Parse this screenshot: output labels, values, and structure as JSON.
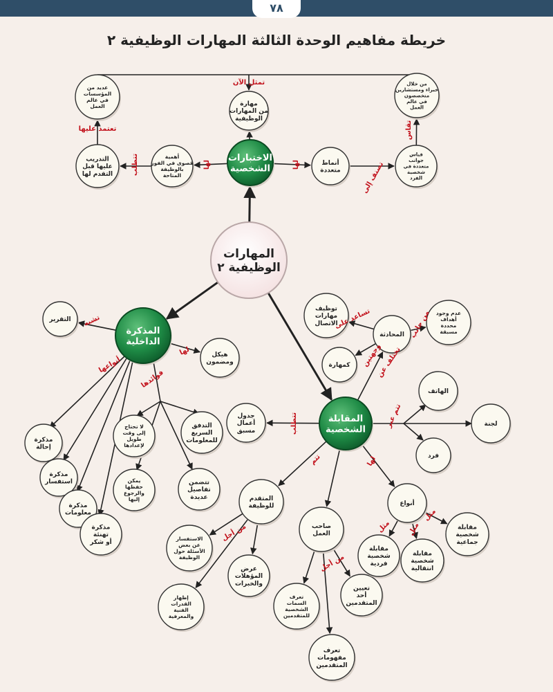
{
  "page_number": "٧٨",
  "title": "خريطة مفاهيم الوحدة الثالثة المهارات الوظيفية ٢",
  "colors": {
    "green": "#1e8a45",
    "red_label": "#c2121c",
    "line": "#222222",
    "node_fill": "#fbf9f0",
    "top_bar": "#2f4e68"
  },
  "nodes": [
    {
      "id": "center",
      "kind": "center",
      "lines": [
        "المهارات",
        "الوظيفية ٢"
      ]
    },
    {
      "id": "tests",
      "kind": "green",
      "lines": [
        "الاختبارات",
        "الشخصية"
      ]
    },
    {
      "id": "memo",
      "kind": "green",
      "lines": [
        "المذكرة",
        "الداخلية"
      ]
    },
    {
      "id": "interview",
      "kind": "green",
      "lines": [
        "المقابلة",
        "الشخصية"
      ]
    },
    {
      "id": "t_skill",
      "kind": "node",
      "lines": [
        "مهارة",
        "من المهارات",
        "الوظيفية"
      ]
    },
    {
      "id": "t_experts",
      "kind": "node",
      "lines": [
        "من خلال",
        "خبراء ومستشارين",
        "متخصصون",
        "في عالم",
        "العمل"
      ]
    },
    {
      "id": "t_measure",
      "kind": "node",
      "lines": [
        "قياس",
        "جوانب",
        "متعددة في",
        "شخصية",
        "الفرد"
      ]
    },
    {
      "id": "t_patterns",
      "kind": "node",
      "lines": [
        "أنماط",
        "متعددة"
      ]
    },
    {
      "id": "t_importance",
      "kind": "node",
      "lines": [
        "أهمية",
        "قصوى في الفوز",
        "بالوظيفة",
        "المتاحة"
      ]
    },
    {
      "id": "t_training",
      "kind": "node",
      "lines": [
        "التدريب",
        "عليها قبل",
        "التقدم لها"
      ]
    },
    {
      "id": "t_institutions",
      "kind": "node",
      "lines": [
        "عديد من",
        "المؤسسات",
        "في عالم",
        "العمل"
      ]
    },
    {
      "id": "m_report",
      "kind": "node",
      "lines": [
        "التقرير"
      ]
    },
    {
      "id": "m_structure",
      "kind": "node",
      "lines": [
        "هيكل",
        "ومضمون"
      ]
    },
    {
      "id": "m_flow",
      "kind": "node",
      "lines": [
        "التدفق",
        "السريع",
        "للمعلومات"
      ]
    },
    {
      "id": "m_persuade",
      "kind": "node",
      "lines": [
        "لا تحتاج",
        "إلى وقت",
        "طويل",
        "لإعدادها"
      ]
    },
    {
      "id": "m_details",
      "kind": "node",
      "lines": [
        "تتضمن",
        "تفاصيل",
        "عديدة"
      ]
    },
    {
      "id": "m_keep",
      "kind": "node",
      "lines": [
        "يمكن",
        "حفظها",
        "والرجوع",
        "إليها"
      ]
    },
    {
      "id": "m_referral",
      "kind": "node",
      "lines": [
        "مذكرة",
        "إحالة"
      ]
    },
    {
      "id": "m_inquiry",
      "kind": "node",
      "lines": [
        "مذكرة",
        "استفسار"
      ]
    },
    {
      "id": "m_info",
      "kind": "node",
      "lines": [
        "مذكرة",
        "معلومات"
      ]
    },
    {
      "id": "m_congrats",
      "kind": "node",
      "lines": [
        "مذكرة",
        "تهنئة",
        "أو شكر"
      ]
    },
    {
      "id": "i_comm",
      "kind": "node",
      "lines": [
        "توظيف",
        "مهارات",
        "الاتصال"
      ]
    },
    {
      "id": "i_talk",
      "kind": "node",
      "lines": [
        "المحادثة"
      ]
    },
    {
      "id": "i_goals",
      "kind": "node",
      "lines": [
        "عدم وجود",
        "أهداف",
        "محددة",
        "مسبقة"
      ]
    },
    {
      "id": "i_skill",
      "kind": "node",
      "lines": [
        "كمهارة"
      ]
    },
    {
      "id": "i_phone",
      "kind": "node",
      "lines": [
        "الهاتف"
      ]
    },
    {
      "id": "i_committee",
      "kind": "node",
      "lines": [
        "لجنة"
      ]
    },
    {
      "id": "i_individual",
      "kind": "node",
      "lines": [
        "فرد"
      ]
    },
    {
      "id": "i_agenda",
      "kind": "node",
      "lines": [
        "جدول",
        "أعمال",
        "مسبق"
      ]
    },
    {
      "id": "i_applicant",
      "kind": "node",
      "lines": [
        "المتقدم",
        "للوظيفة"
      ]
    },
    {
      "id": "i_employer",
      "kind": "node",
      "lines": [
        "صاحب",
        "العمل"
      ]
    },
    {
      "id": "i_types",
      "kind": "node",
      "lines": [
        "أنواع"
      ]
    },
    {
      "id": "i_ask",
      "kind": "node",
      "lines": [
        "الاستفسار",
        "عن بعض",
        "الأسئلة حول",
        "الوظيفة"
      ]
    },
    {
      "id": "i_present",
      "kind": "node",
      "lines": [
        "عرض",
        "المؤهلات",
        "والخبرات"
      ]
    },
    {
      "id": "i_show",
      "kind": "node",
      "lines": [
        "إظهار",
        "القدرات",
        "الفنية",
        "والمعرفية"
      ]
    },
    {
      "id": "i_traits",
      "kind": "node",
      "lines": [
        "تعرف",
        "السمات",
        "الشخصية",
        "للمتقدمين"
      ]
    },
    {
      "id": "i_appoint",
      "kind": "node",
      "lines": [
        "تعيين",
        "أحد",
        "المتقدمين"
      ]
    },
    {
      "id": "i_concepts",
      "kind": "node",
      "lines": [
        "تعرف",
        "مفهومات",
        "المتقدمين"
      ]
    },
    {
      "id": "i_single",
      "kind": "node",
      "lines": [
        "مقابلة",
        "شخصية",
        "فردية"
      ]
    },
    {
      "id": "i_trans",
      "kind": "node",
      "lines": [
        "مقابلة",
        "شخصية",
        "انتقالية"
      ]
    },
    {
      "id": "i_group",
      "kind": "node",
      "lines": [
        "مقابلة",
        "شخصية",
        "جماعية"
      ]
    }
  ],
  "edge_labels": [
    {
      "id": "l_represents",
      "text": "تمثل الآن"
    },
    {
      "id": "l_measured",
      "text": "تقاس"
    },
    {
      "id": "l_divided",
      "text": "تصنف إلى"
    },
    {
      "id": "l_to1",
      "text": "لها"
    },
    {
      "id": "l_to2",
      "text": "لها"
    },
    {
      "id": "l_requires",
      "text": "تتطلب"
    },
    {
      "id": "l_relies",
      "text": "تعتمد عليها"
    },
    {
      "id": "l_like",
      "text": "تشبه"
    },
    {
      "id": "l_has",
      "text": "لها"
    },
    {
      "id": "l_benefits",
      "text": "فوائدها"
    },
    {
      "id": "l_types_memo",
      "text": "أنواعها"
    },
    {
      "id": "l_helps",
      "text": "تساعد على"
    },
    {
      "id": "l_from_side",
      "text": "من جانب"
    },
    {
      "id": "l_distinct",
      "text": "تختلف عن"
    },
    {
      "id": "l_sides",
      "text": "وجهتين"
    },
    {
      "id": "l_done",
      "text": "تتم عبر"
    },
    {
      "id": "l_need",
      "text": "تتطلب"
    },
    {
      "id": "l_contain",
      "text": "تتم"
    },
    {
      "id": "l_has2",
      "text": "لها"
    },
    {
      "id": "l_for1",
      "text": "من أجل"
    },
    {
      "id": "l_for2",
      "text": "من أجل"
    },
    {
      "id": "l_ex1",
      "text": "مثل"
    },
    {
      "id": "l_ex2",
      "text": "مثل"
    },
    {
      "id": "l_ex3",
      "text": "مثل"
    }
  ]
}
